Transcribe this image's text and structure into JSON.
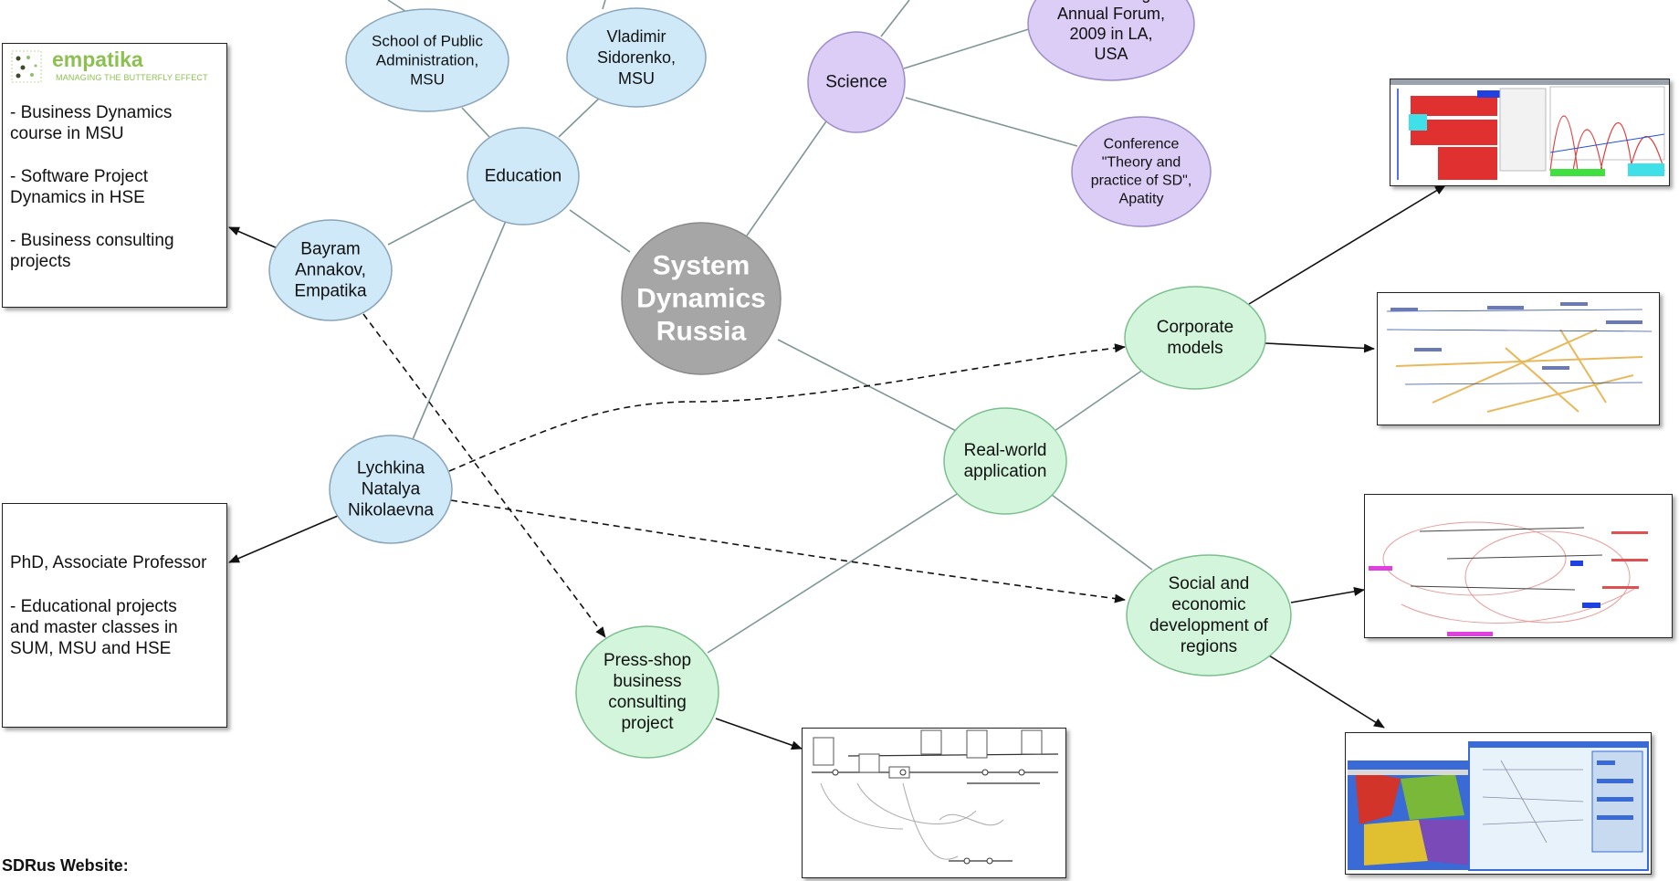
{
  "colors": {
    "education_fill": "#cfe9f9",
    "science_fill": "#dccdf6",
    "application_fill": "#d3f5dc",
    "center_fill": "#a6a6a6",
    "edge": "#7e9694"
  },
  "nodes": {
    "center": [
      "System",
      "Dynamics",
      "Russia"
    ],
    "education": [
      "Education"
    ],
    "school": [
      "School of Public",
      "Administration,",
      "MSU"
    ],
    "sidorenko": [
      "Vladimir",
      "Sidorenko,",
      "MSU"
    ],
    "bayram": [
      "Bayram",
      "Annakov,",
      "Empatika"
    ],
    "lychkina": [
      "Lychkina",
      "Natalya",
      "Nikolaevna"
    ],
    "science": [
      "Science"
    ],
    "forum": [
      "in Thinking",
      "Annual Forum,",
      "2009 in LA,",
      "USA"
    ],
    "conference": [
      "Conference",
      "\"Theory and",
      "practice of SD\",",
      "Apatity"
    ],
    "realworld": [
      "Real-world",
      "application"
    ],
    "corporate": [
      "Corporate",
      "models"
    ],
    "social": [
      "Social and",
      "economic",
      "development of",
      "regions"
    ],
    "pressshop": [
      "Press-shop",
      "business",
      "consulting",
      "project"
    ]
  },
  "empatika_box": {
    "logo_text": "empatika",
    "tagline": "MANAGING THE BUTTERFLY EFFECT",
    "lines": [
      "- Business Dynamics course in MSU",
      "- Software Project Dynamics in HSE",
      "- Business consulting projects"
    ]
  },
  "lychkina_box": {
    "lines": [
      "PhD, Associate Professor",
      "- Educational projects and master classes in SUM, MSU and HSE"
    ]
  },
  "footer": {
    "label": "SDRus Website:"
  }
}
